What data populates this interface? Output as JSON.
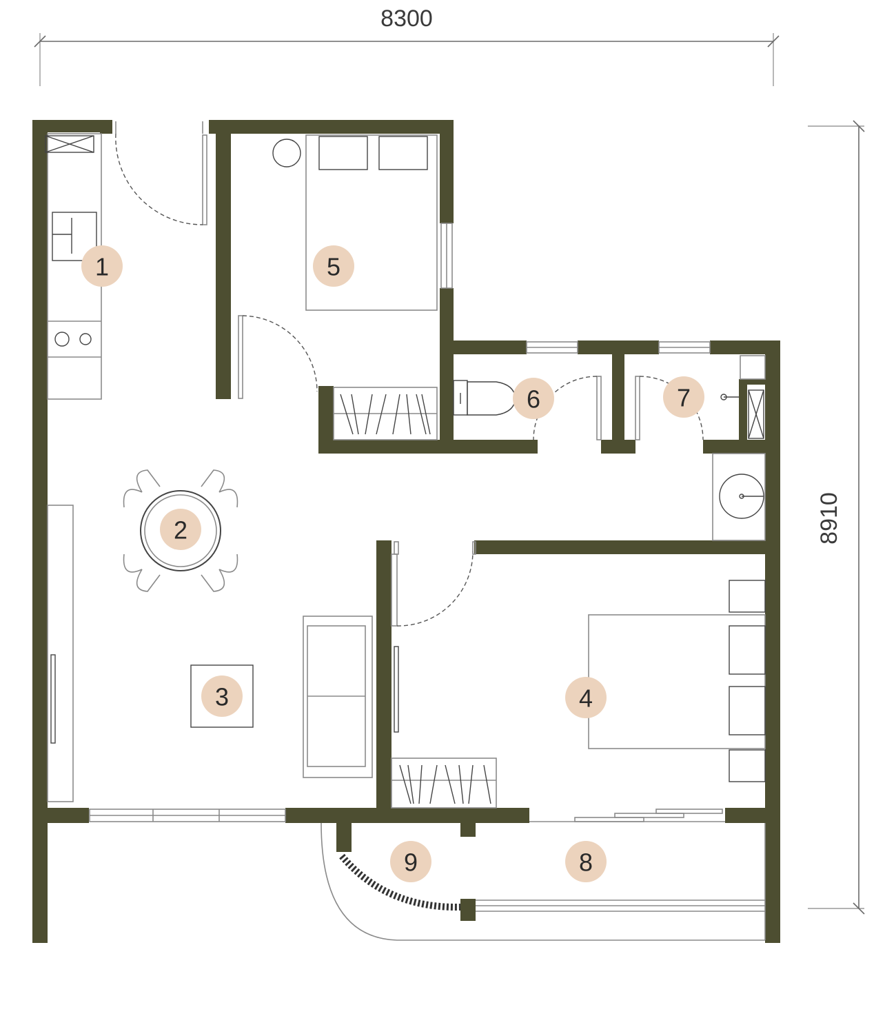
{
  "dimensions": {
    "width": "8300",
    "height": "8910"
  },
  "rooms": [
    {
      "number": "1"
    },
    {
      "number": "2"
    },
    {
      "number": "3"
    },
    {
      "number": "4"
    },
    {
      "number": "5"
    },
    {
      "number": "6"
    },
    {
      "number": "7"
    },
    {
      "number": "8"
    },
    {
      "number": "9"
    }
  ],
  "colors": {
    "wall": "#4d4e31",
    "badge": "#ecd3bd"
  }
}
